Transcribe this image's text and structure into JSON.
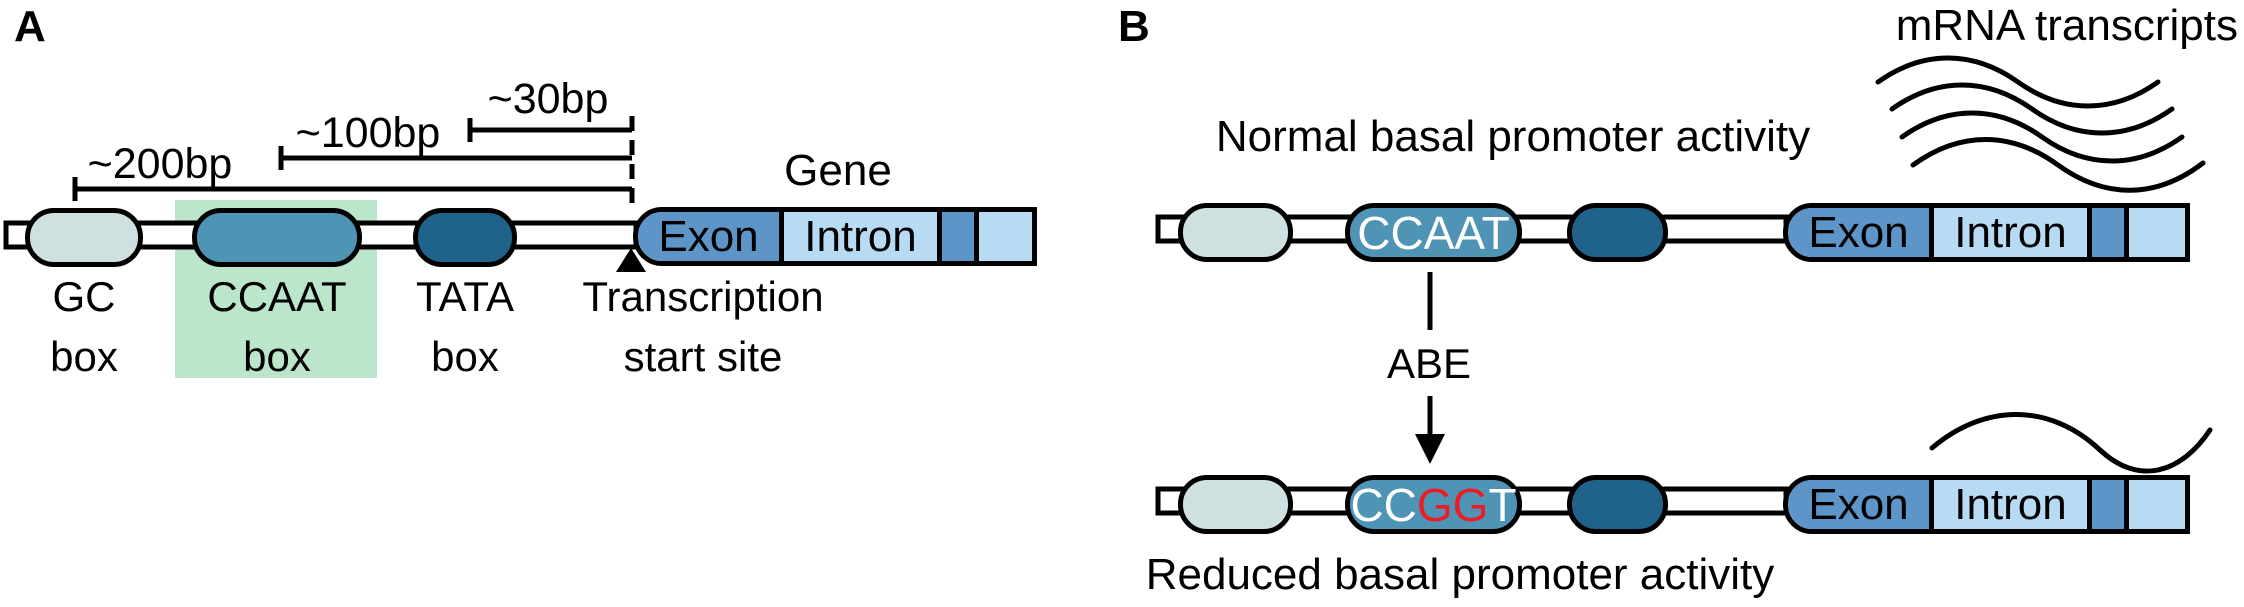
{
  "panelA": {
    "label": "A",
    "brackets": {
      "b200": "~200bp",
      "b100": "~100bp",
      "b30": "~30bp"
    },
    "boxes": {
      "gc": {
        "line1": "GC",
        "line2": "box"
      },
      "ccaat": {
        "line1": "CCAAT",
        "line2": "box"
      },
      "tata": {
        "line1": "TATA",
        "line2": "box"
      }
    },
    "tss": {
      "line1": "Transcription",
      "line2": "start site"
    },
    "gene": {
      "title": "Gene",
      "exon": "Exon",
      "intron": "Intron"
    }
  },
  "panelB": {
    "label": "B",
    "mrna_label": "mRNA transcripts",
    "normal_label": "Normal basal promoter activity",
    "reduced_label": "Reduced basal promoter activity",
    "abe_label": "ABE",
    "top": {
      "ccaat": "CCAAT",
      "exon": "Exon",
      "intron": "Intron"
    },
    "bottom": {
      "seq_prefix": "CC",
      "seq_mutated": "GG",
      "seq_suffix": "T",
      "exon": "Exon",
      "intron": "Intron"
    }
  },
  "colors": {
    "box-outline": "#000000",
    "gc-box": "#cfe0e1",
    "ccaat-box": "#4f93b5",
    "tata-box": "#20638a",
    "exon": "#5e95c8",
    "intron": "#b6dbf2",
    "ccaat-highlight": "#bce6cc",
    "mutation-red": "#ed1c24",
    "ccaat-text": "#ffffff"
  }
}
